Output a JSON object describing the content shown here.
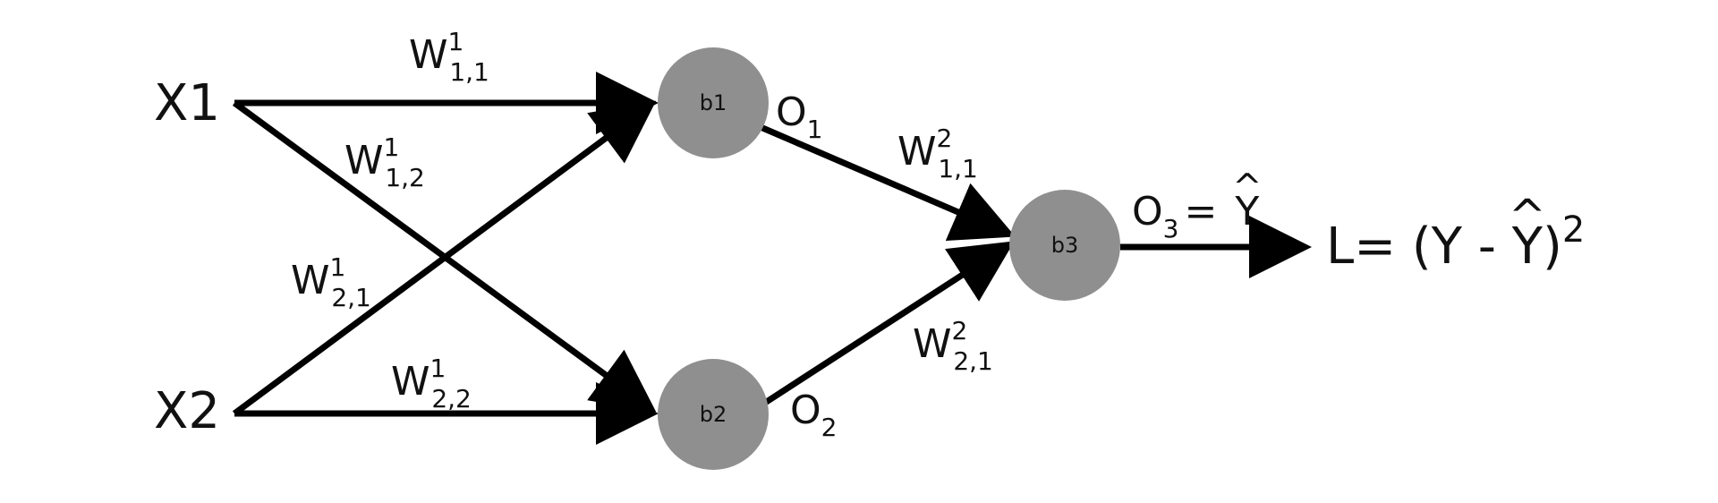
{
  "inputs": {
    "x1": "X1",
    "x2": "X2"
  },
  "nodes": {
    "b1": "b1",
    "b2": "b2",
    "b3": "b3"
  },
  "weights": {
    "w111": {
      "base": "W",
      "sup": "1",
      "sub": "1,1"
    },
    "w112": {
      "base": "W",
      "sup": "1",
      "sub": "1,2"
    },
    "w121": {
      "base": "W",
      "sup": "1",
      "sub": "2,1"
    },
    "w122": {
      "base": "W",
      "sup": "1",
      "sub": "2,2"
    },
    "w211": {
      "base": "W",
      "sup": "2",
      "sub": "1,1"
    },
    "w221": {
      "base": "W",
      "sup": "2",
      "sub": "2,1"
    }
  },
  "outputs": {
    "o1": {
      "base": "O",
      "sub": "1"
    },
    "o2": {
      "base": "O",
      "sub": "2"
    },
    "o3": {
      "base": "O",
      "sub": "3",
      "eq": "=",
      "yhat": "Y",
      "hat": "^"
    }
  },
  "loss": {
    "prefix": "L= (Y - ",
    "yhat": "Y",
    "hat": "^",
    "close": ")",
    "power": "2"
  },
  "colors": {
    "node": "#8f8f8f",
    "line": "#000000"
  }
}
